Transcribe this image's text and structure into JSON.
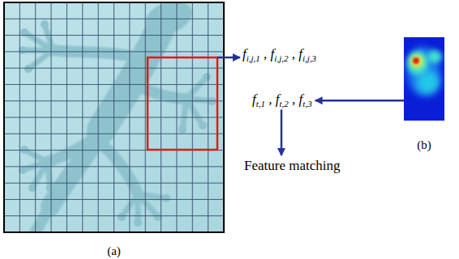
{
  "diagram": {
    "nodes": [
      {
        "text": [
          "(a)"
        ]
      },
      {
        "text": [
          "fi,j,1 , fi,j,2 , fi,j,3"
        ]
      },
      {
        "text": [
          "(b)"
        ]
      },
      {
        "text": [
          "ft,1 , ft,2 , ft,3"
        ]
      },
      {
        "text": [
          "Feature matching"
        ]
      }
    ],
    "edges": [
      {
        "from": 0,
        "to": 1,
        "arrow": "to"
      },
      {
        "from": 2,
        "to": 3,
        "arrow": "to"
      },
      {
        "from": 3,
        "to": 4,
        "arrow": "to"
      }
    ]
  }
}
